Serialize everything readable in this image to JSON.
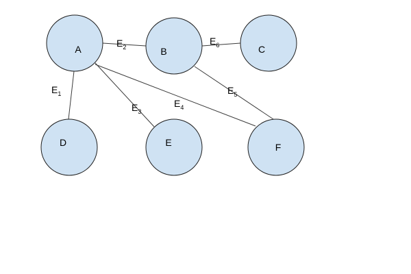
{
  "colors": {
    "node_fill": "#cfe2f3",
    "node_stroke": "#1f1f1f",
    "edge_stroke": "#3a3a3a",
    "text": "#000000"
  },
  "nodes": [
    {
      "id": "A",
      "label": "A"
    },
    {
      "id": "B",
      "label": "B"
    },
    {
      "id": "C",
      "label": "C"
    },
    {
      "id": "D",
      "label": "D"
    },
    {
      "id": "E",
      "label": "E"
    },
    {
      "id": "F",
      "label": "F"
    }
  ],
  "edges": [
    {
      "id": "E1",
      "from": "A",
      "to": "D",
      "label_main": "E",
      "label_sub": "1"
    },
    {
      "id": "E2",
      "from": "A",
      "to": "B",
      "label_main": "E",
      "label_sub": "2"
    },
    {
      "id": "E3",
      "from": "A",
      "to": "E",
      "label_main": "E",
      "label_sub": "3"
    },
    {
      "id": "E4",
      "from": "A",
      "to": "F",
      "label_main": "E",
      "label_sub": "4"
    },
    {
      "id": "E5",
      "from": "B",
      "to": "F",
      "label_main": "E",
      "label_sub": "5"
    },
    {
      "id": "E6",
      "from": "B",
      "to": "C",
      "label_main": "E",
      "label_sub": "6"
    }
  ]
}
